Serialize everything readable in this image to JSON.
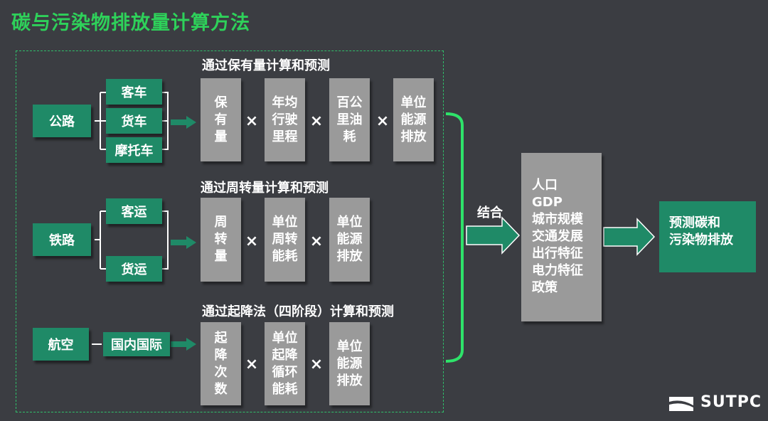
{
  "title": "碳与污染物排放量计算方法",
  "colors": {
    "background": "#3b3d42",
    "accent_green": "#1f8a67",
    "title_green": "#2ed15a",
    "bracket_green": "#2ee36a",
    "factor_grey": "#9a9a9a"
  },
  "operator": "×",
  "road": {
    "mode": "公路",
    "types": [
      "客车",
      "货车",
      "摩托车"
    ],
    "method": "通过保有量计算和预测",
    "factors": [
      "保\n有\n量",
      "年均\n行驶\n里程",
      "百公\n里油\n耗",
      "单位\n能源\n排放"
    ]
  },
  "rail": {
    "mode": "铁路",
    "types": [
      "客运",
      "货运"
    ],
    "method": "通过周转量计算和预测",
    "factors": [
      "周\n转\n量",
      "单位\n周转\n能耗",
      "单位\n能源\n排放"
    ]
  },
  "air": {
    "mode": "航空",
    "types": [
      "国内国际"
    ],
    "method": "通过起降法（四阶段）计算和预测",
    "factors": [
      "起\n降\n次\n数",
      "单位\n起降\n循环\n能耗",
      "单位\n能源\n排放"
    ]
  },
  "combine_label": "结合",
  "drivers": "人口\nGDP\n城市规模\n交通发展\n出行特征\n电力特征\n政策",
  "result": "预测碳和\n污染物排放",
  "brand": {
    "name": "SUTPC",
    "icon": "sutpc-logo-icon"
  }
}
